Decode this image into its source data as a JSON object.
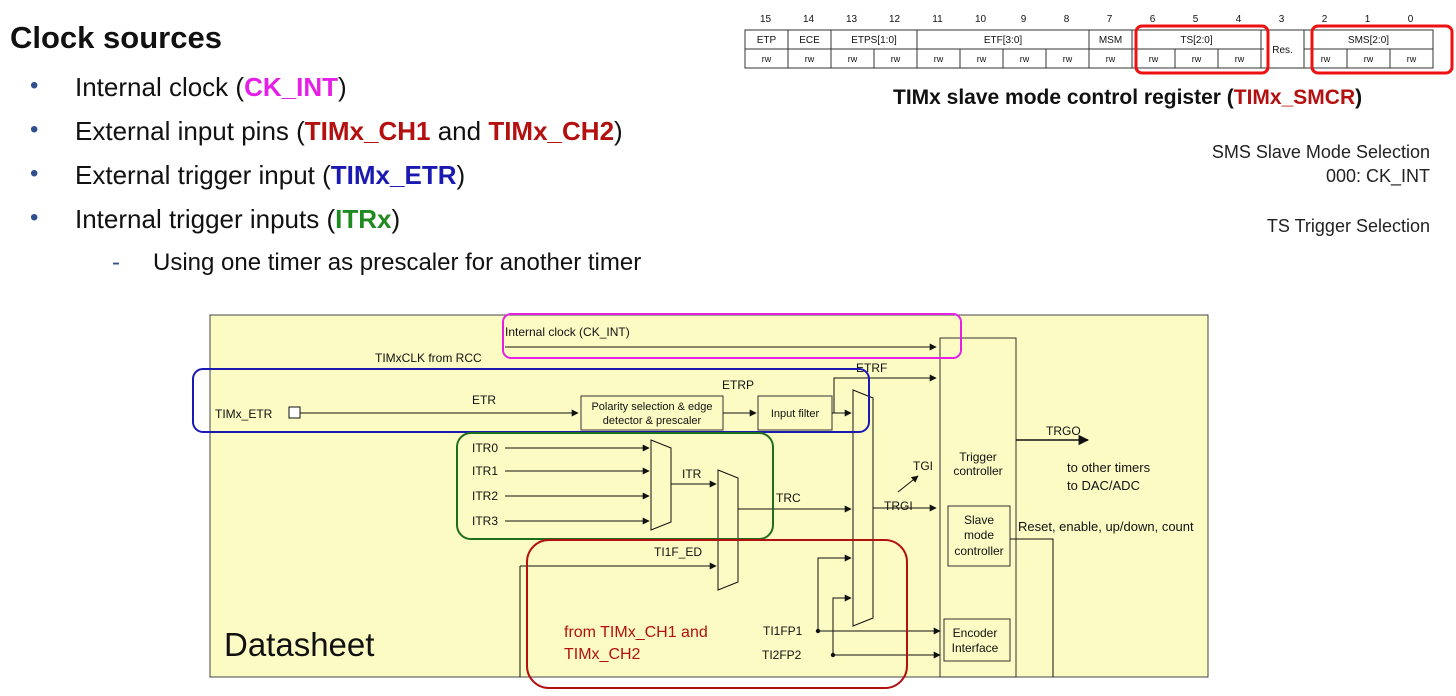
{
  "title": "Clock sources",
  "bullets": [
    {
      "prefix": "Internal clock (",
      "highlight": "CK_INT",
      "suffix": ")"
    },
    {
      "prefix": "External input pins (",
      "highlight": "TIMx_CH1",
      "middle": " and ",
      "highlight2": "TIMx_CH2",
      "suffix": ")"
    },
    {
      "prefix": "External trigger input (",
      "highlight": "TIMx_ETR",
      "suffix": ")"
    },
    {
      "prefix": "Internal trigger inputs (",
      "highlight": "ITRx",
      "suffix": ")"
    }
  ],
  "sub_bullet": "Using one timer as prescaler for another timer",
  "register": {
    "bit_numbers": [
      "15",
      "14",
      "13",
      "12",
      "11",
      "10",
      "9",
      "8",
      "7",
      "6",
      "5",
      "4",
      "3",
      "2",
      "1",
      "0"
    ],
    "fields": [
      "ETP",
      "ECE",
      "ETPS[1:0]",
      "ETF[3:0]",
      "MSM",
      "TS[2:0]",
      "Res.",
      "SMS[2:0]"
    ],
    "access": "rw",
    "title_prefix": "TIMx slave mode control register (",
    "title_highlight": "TIMx_SMCR",
    "title_suffix": ")"
  },
  "notes": {
    "sms": "SMS Slave Mode Selection",
    "sms_value": "000: CK_INT",
    "ts": "TS Trigger Selection"
  },
  "diagram": {
    "label": "Datasheet",
    "from_label_line1": "from TIMx_CH1 and",
    "from_label_line2": "TIMx_CH2",
    "signals": {
      "ck_int": "Internal clock (CK_INT)",
      "timxclk": "TIMxCLK from RCC",
      "timx_etr": "TIMx_ETR",
      "etr": "ETR",
      "etrp": "ETRP",
      "etrf": "ETRF",
      "polarity_1": "Polarity selection & edge",
      "polarity_2": "detector & prescaler",
      "input_filter": "Input filter",
      "itr0": "ITR0",
      "itr1": "ITR1",
      "itr2": "ITR2",
      "itr3": "ITR3",
      "itr": "ITR",
      "trc": "TRC",
      "ti1f_ed": "TI1F_ED",
      "tgi": "TGI",
      "trgi": "TRGI",
      "trigger_1": "Trigger",
      "trigger_2": "controller",
      "trgo": "TRGO",
      "to_other_1": "to other timers",
      "to_other_2": "to DAC/ADC",
      "slave_1": "Slave",
      "slave_2": "mode",
      "slave_3": "controller",
      "reset": "Reset, enable, up/down, count",
      "ti1fp1": "TI1FP1",
      "ti2fp2": "TI2FP2",
      "encoder_1": "Encoder",
      "encoder_2": "Interface"
    }
  },
  "colors": {
    "magenta": "#e61fe6",
    "red": "#b31010",
    "blue": "#1a1ab3",
    "green": "#1f8a1f",
    "yellow_bg": "#fdfbc4",
    "highlight_box": "#ee1111"
  }
}
